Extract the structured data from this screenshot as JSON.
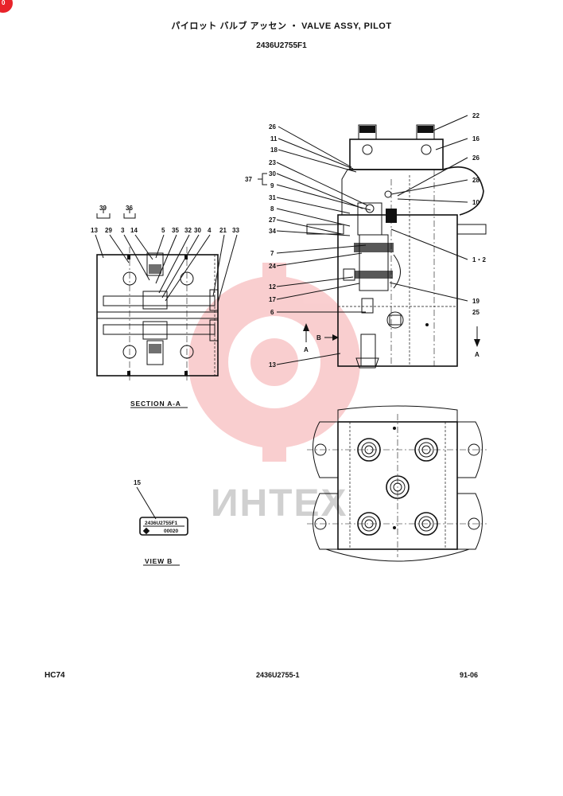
{
  "header": {
    "title": "パイロット バルブ アッセン ・ VALVE ASSY, PILOT",
    "part_number": "2436U2755F1"
  },
  "corner_badge": "0",
  "labels": {
    "l22": "22",
    "l16": "16",
    "l26a": "26",
    "l11": "11",
    "l18": "18",
    "l23": "23",
    "l37": "37",
    "l30a": "30",
    "l9": "9",
    "l31": "31",
    "l8": "8",
    "l27": "27",
    "l34": "34",
    "l7": "7",
    "l24": "24",
    "l12": "12",
    "l17": "17",
    "l6": "6",
    "l26b": "26",
    "l28": "28",
    "l10": "10",
    "l12b": "1・2",
    "l19": "19",
    "l25": "25",
    "l13b": "13",
    "l39": "39",
    "l36": "36",
    "l13a": "13",
    "l29": "29",
    "l3": "3",
    "l14": "14",
    "l5": "5",
    "l35": "35",
    "l32": "32",
    "l30b": "30",
    "l4": "4",
    "l21": "21",
    "l33": "33",
    "l15": "15",
    "arrowA1": "A",
    "arrowA2": "A",
    "arrowB": "B"
  },
  "captions": {
    "section": "SECTION A-A",
    "view": "VIEW B"
  },
  "nameplate": {
    "line1": "2436U2755F1",
    "line2": "00020"
  },
  "watermark": "ИНТЕХ",
  "footer": {
    "model": "HC74",
    "drawing_no": "2436U2755-1",
    "date": "91-06"
  }
}
